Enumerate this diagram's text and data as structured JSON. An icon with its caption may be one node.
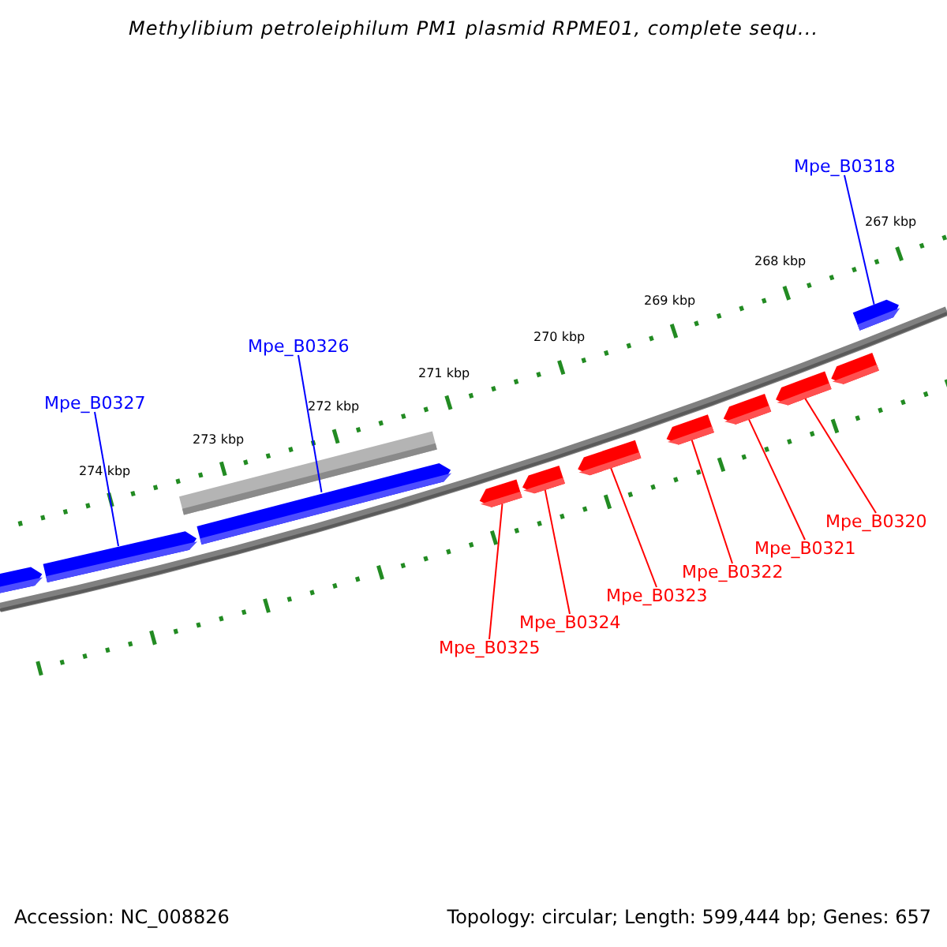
{
  "diagram": {
    "title": "Methylibium petroleiphilum PM1 plasmid RPME01, complete sequ...",
    "nodes": [
      {
        "text": [
          "Mpe_B0327"
        ]
      },
      {
        "text": [
          "Mpe_B0326"
        ]
      },
      {
        "text": [
          "Mpe_B0318"
        ]
      },
      {
        "text": [
          "Mpe_B0325"
        ]
      },
      {
        "text": [
          "Mpe_B0324"
        ]
      },
      {
        "text": [
          "Mpe_B0323"
        ]
      },
      {
        "text": [
          "Mpe_B0322"
        ]
      },
      {
        "text": [
          "Mpe_B0321"
        ]
      },
      {
        "text": [
          "Mpe_B0320"
        ]
      },
      {
        "text": [],
        "shape": "pentagon"
      },
      {
        "text": [],
        "shape": "pentagon"
      },
      {
        "text": [],
        "shape": "bar"
      },
      {
        "text": [],
        "shape": "pentagon"
      },
      {
        "text": [],
        "shape": "pentagon"
      },
      {
        "text": [],
        "shape": "pentagon"
      },
      {
        "text": [],
        "shape": "pentagon"
      },
      {
        "text": [],
        "shape": "pentagon"
      },
      {
        "text": [],
        "shape": "pentagon"
      },
      {
        "text": [],
        "shape": "pentagon"
      },
      {
        "text": [],
        "shape": "pentagon"
      },
      {
        "text": [],
        "shape": "pentagon"
      }
    ],
    "edges": [
      {
        "from": 0,
        "to": 10,
        "arrow": "none",
        "color": "#0000ff"
      },
      {
        "from": 1,
        "to": 12,
        "arrow": "none",
        "color": "#0000ff"
      },
      {
        "from": 2,
        "to": 20,
        "arrow": "none",
        "color": "#0000ff"
      },
      {
        "from": 3,
        "to": 13,
        "arrow": "none"
      },
      {
        "from": 4,
        "to": 14,
        "arrow": "none"
      },
      {
        "from": 5,
        "to": 15,
        "arrow": "none"
      },
      {
        "from": 6,
        "to": 16,
        "arrow": "none"
      },
      {
        "from": 7,
        "to": 17,
        "arrow": "none"
      },
      {
        "from": 8,
        "to": 18,
        "arrow": "none"
      }
    ],
    "labels": [
      "267 kbp",
      "268 kbp",
      "269 kbp",
      "270 kbp",
      "271 kbp",
      "272 kbp",
      "273 kbp",
      "274 kbp",
      "Accession: NC_008826",
      "Topology: circular; Length: 599,444 bp; Genes: 657"
    ]
  }
}
